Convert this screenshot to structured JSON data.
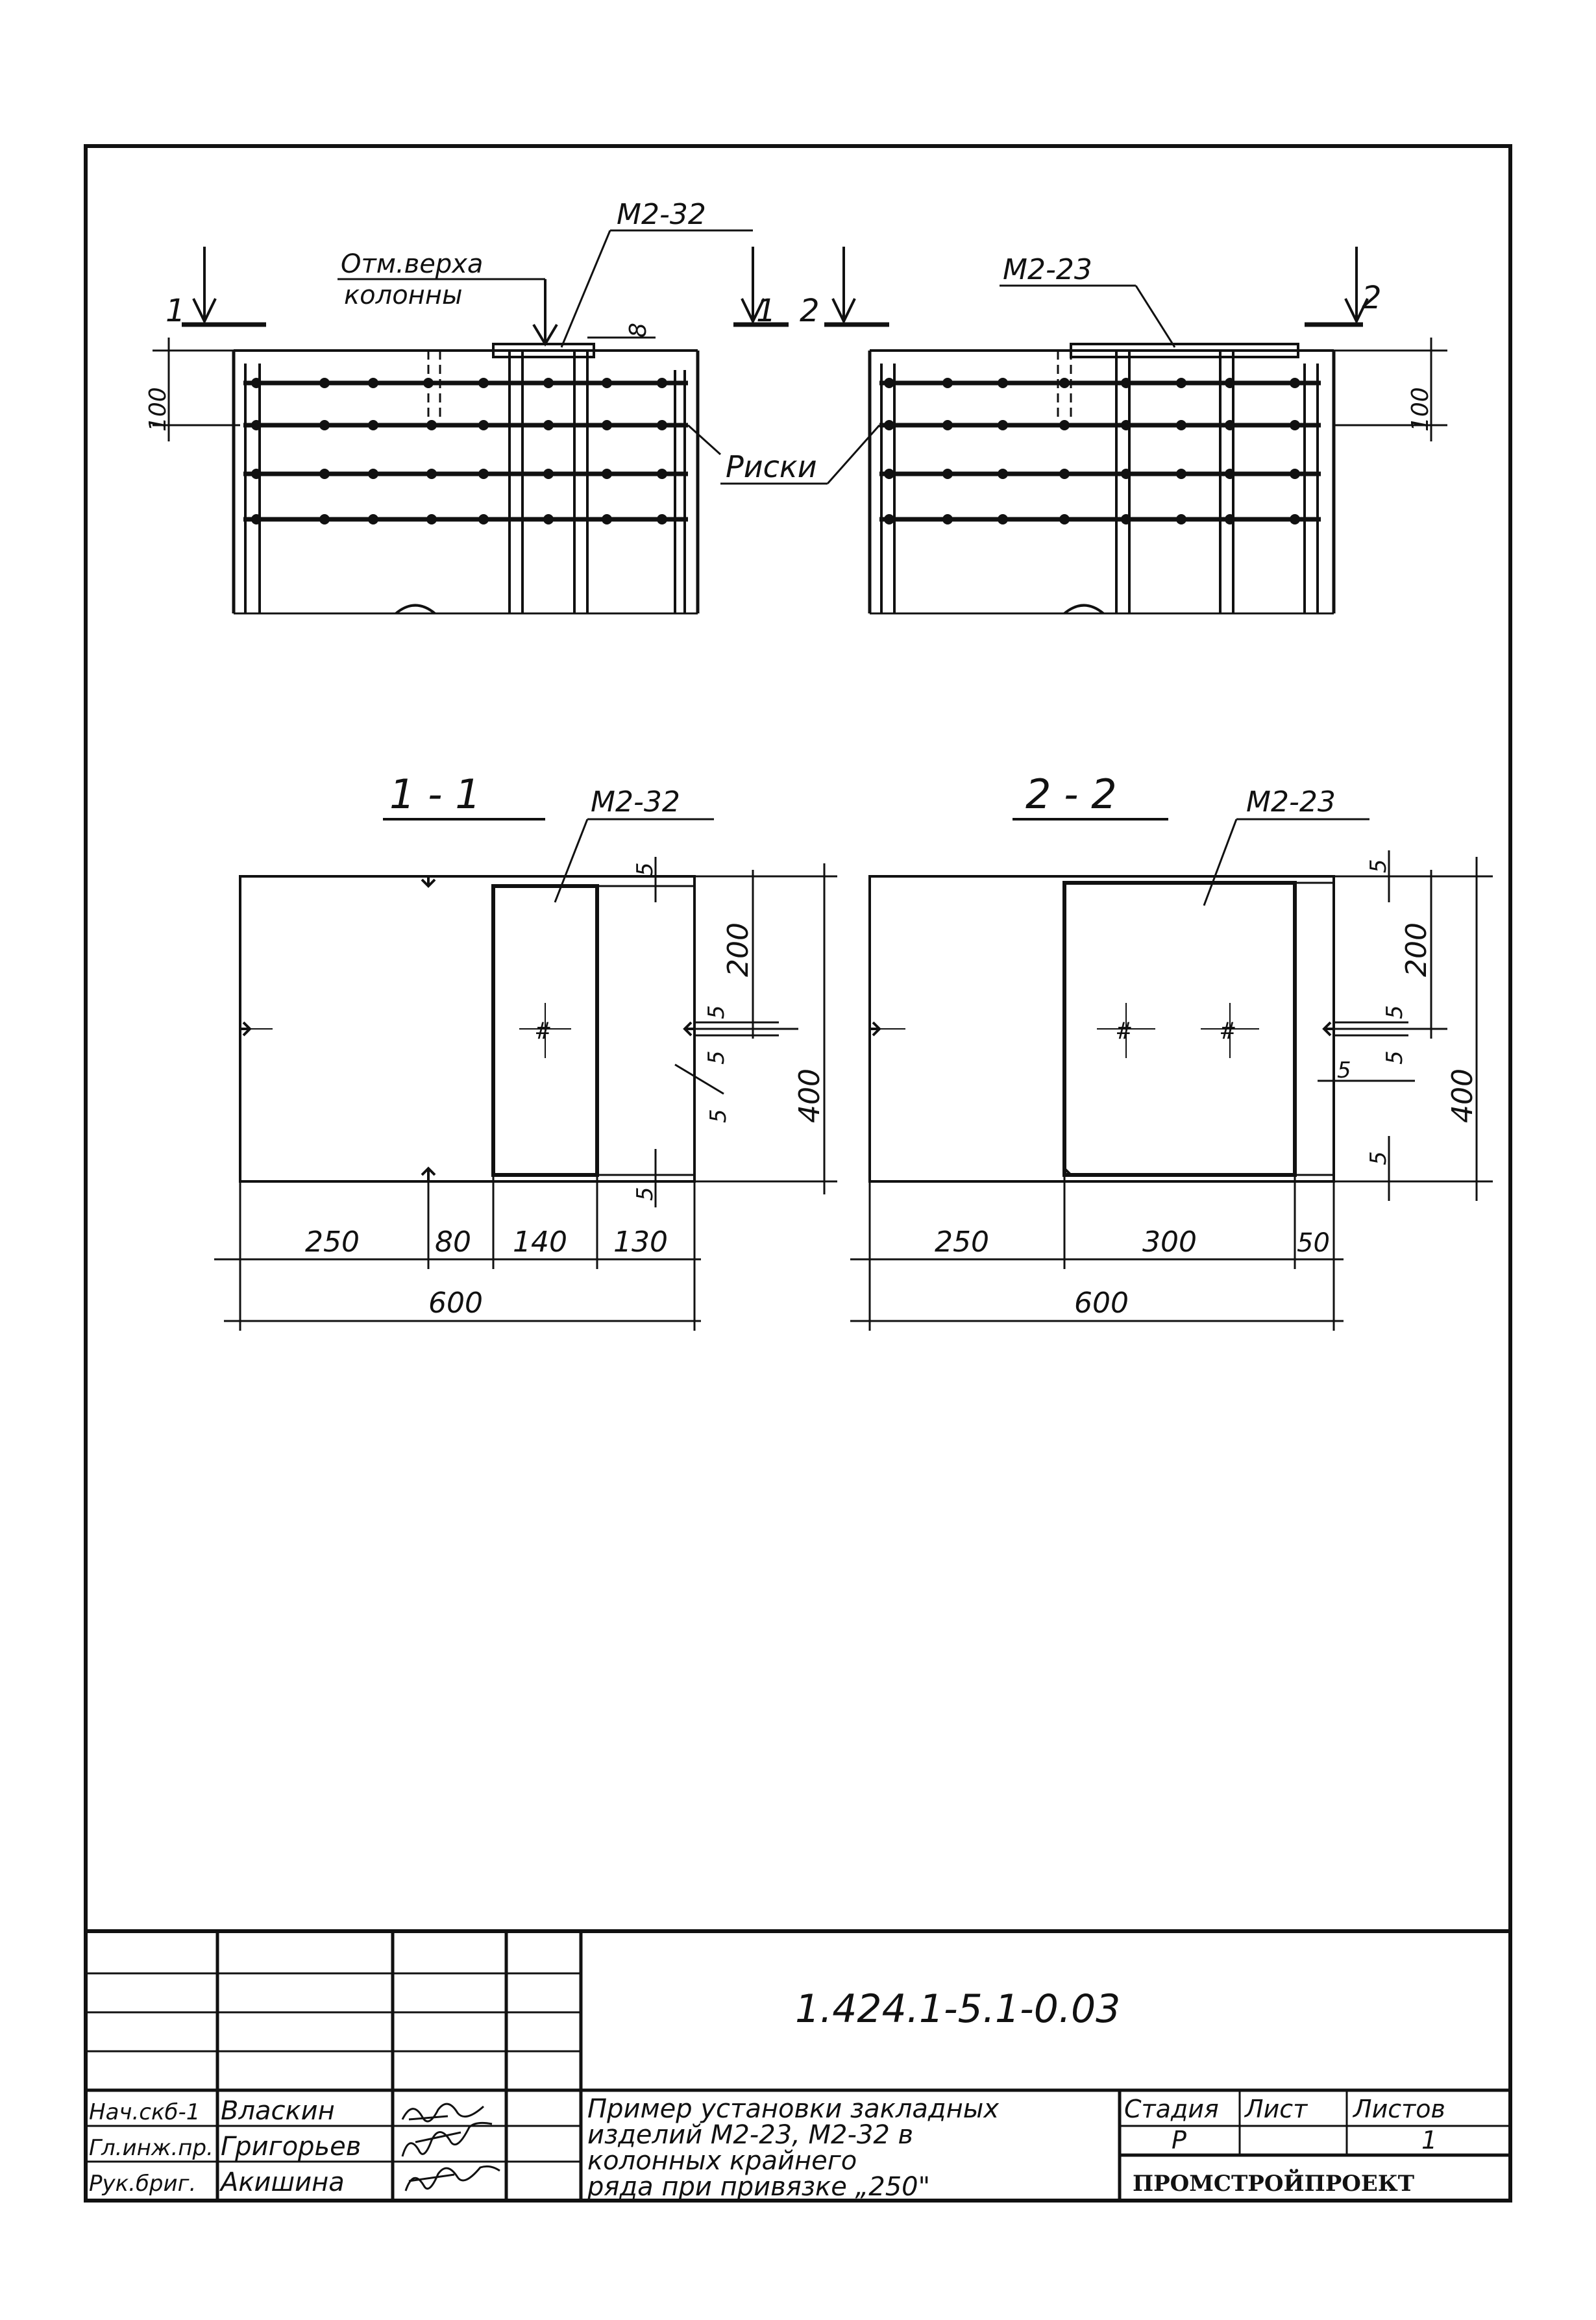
{
  "views": {
    "top_left": {
      "cut_mark_left": "1",
      "cut_mark_right": "1",
      "elevation_label_line1": "Отм.верха",
      "elevation_label_line2": "колонны",
      "part_label": "М2-32",
      "dim_100": "100",
      "dim_8": "8",
      "risks_label": "Риски"
    },
    "top_right": {
      "cut_mark_left": "2",
      "cut_mark_right": "2",
      "part_label": "М2-23",
      "dim_100": "100"
    },
    "section_1": {
      "title": "1 - 1",
      "part_label": "М2-32",
      "dims_bottom": [
        "250",
        "80",
        "140",
        "130"
      ],
      "dim_total": "600",
      "dim_height": "400",
      "dim_200": "200",
      "dims_small": [
        "5",
        "5",
        "5",
        "5",
        "5"
      ]
    },
    "section_2": {
      "title": "2 - 2",
      "part_label": "М2-23",
      "dims_bottom": [
        "250",
        "300",
        "50"
      ],
      "dim_total": "600",
      "dim_height": "400",
      "dim_200": "200",
      "dims_small": [
        "5",
        "5",
        "5",
        "5",
        "5"
      ]
    }
  },
  "title_block": {
    "doc_code": "1.424.1-5.1-0.03",
    "title_lines": [
      "Пример установки закладных",
      "изделий М2-23, М2-32 в",
      "колонных крайнего",
      "ряда при привязке „250\""
    ],
    "stage_header": "Стадия",
    "sheet_header": "Лист",
    "sheets_header": "Листов",
    "stage_value": "Р",
    "sheet_value": "",
    "sheets_value": "1",
    "organization": "ПРОМСТРОЙПРОЕКТ",
    "signatories": [
      {
        "role": "Нач.скб-1",
        "name": "Власкин"
      },
      {
        "role": "Гл.инж.пр.",
        "name": "Григорьев"
      },
      {
        "role": "Рук.бриг.",
        "name": "Акишина"
      }
    ]
  }
}
